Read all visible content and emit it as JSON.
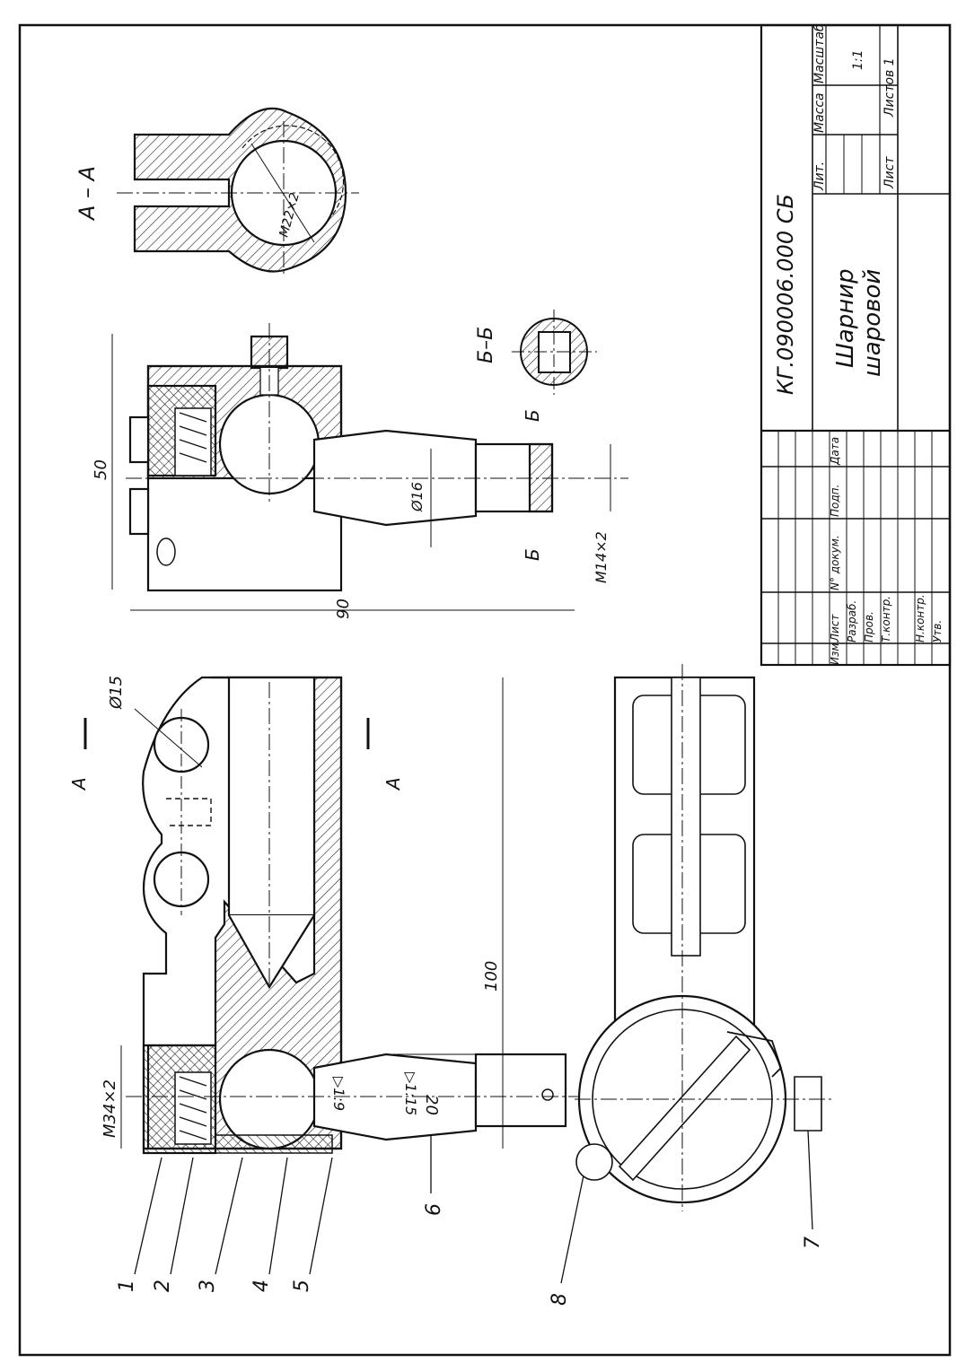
{
  "section_labels": {
    "aa": "А – А",
    "bb": "Б–Б",
    "a_mark": "А",
    "b_mark": "Б"
  },
  "dimensions": {
    "m22": "M22×2",
    "d50": "50",
    "d90": "90",
    "d16": "Ø16",
    "m14": "M14×2",
    "d15": "Ø15",
    "d100": "100",
    "d20": "20",
    "m34": "M34×2",
    "taper1": "▷1:9",
    "taper2": "▷1:15"
  },
  "part_numbers": [
    "1",
    "2",
    "3",
    "4",
    "5",
    "6",
    "7",
    "8"
  ],
  "title_block": {
    "designation": "КГ.090006.000 СБ",
    "name_line1": "Шарнир",
    "name_line2": "шаровой",
    "col_lit": "Лит.",
    "col_mass": "Масса",
    "col_scale": "Масштаб",
    "scale": "1:1",
    "sheet": "Лист",
    "sheets": "Листов 1",
    "izm": "Изм.",
    "list": "Лист",
    "doc": "N° докум.",
    "sign": "Подп.",
    "date": "Дата",
    "razrab": "Разраб.",
    "prov": "Пров.",
    "tkontr": "Т.контр.",
    "nkontr": "Н.контр.",
    "utv": "Утв."
  }
}
